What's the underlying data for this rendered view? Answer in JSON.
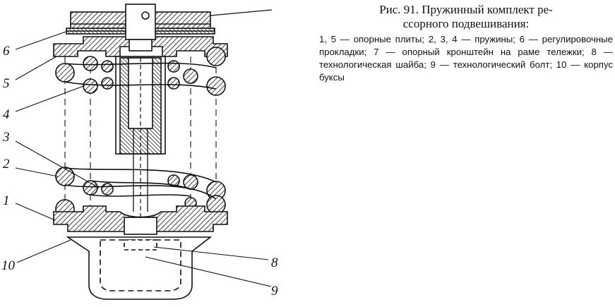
{
  "caption": {
    "title_line1": "Рис. 91. Пружинный комплект ре-",
    "title_line2": "ссорного подвешивания:",
    "legend": "1, 5 — опорные плиты; 2, 3, 4 — пружины; 6 — регулировочные прокладки; 7 — опорный кронштейн на раме тележки; 8 — технологическая шайба; 9 — технологический болт; 10 — корпус буксы"
  },
  "labels": {
    "l6": "6",
    "l5": "5",
    "l4": "4",
    "l3": "3",
    "l2": "2",
    "l1": "1",
    "l10": "10",
    "l8": "8",
    "l9": "9"
  },
  "colors": {
    "ink": "#111111",
    "paper": "#ffffff"
  }
}
